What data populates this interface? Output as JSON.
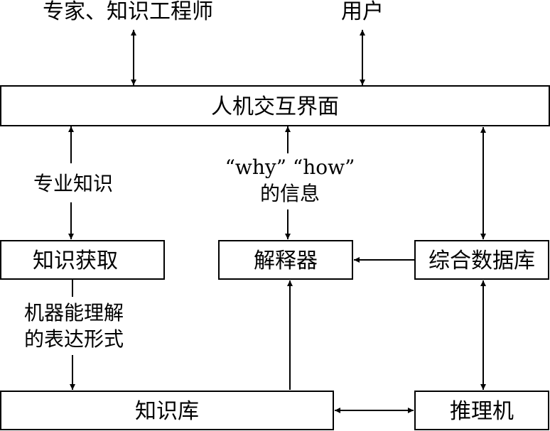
{
  "actors": {
    "experts": "专家、知识工程师",
    "user": "用户"
  },
  "nodes": {
    "hci": "人机交互界面",
    "knowledge_acquisition": "知识获取",
    "explainer": "解释器",
    "database": "综合数据库",
    "knowledge_base": "知识库",
    "inference_engine": "推理机"
  },
  "edges": {
    "professional_knowledge": "专业知识",
    "why_how_line1": "“why”  “how”",
    "why_how_line2": "的信息",
    "machine_form_line1": "机器能理解",
    "machine_form_line2": "的表达形式"
  }
}
